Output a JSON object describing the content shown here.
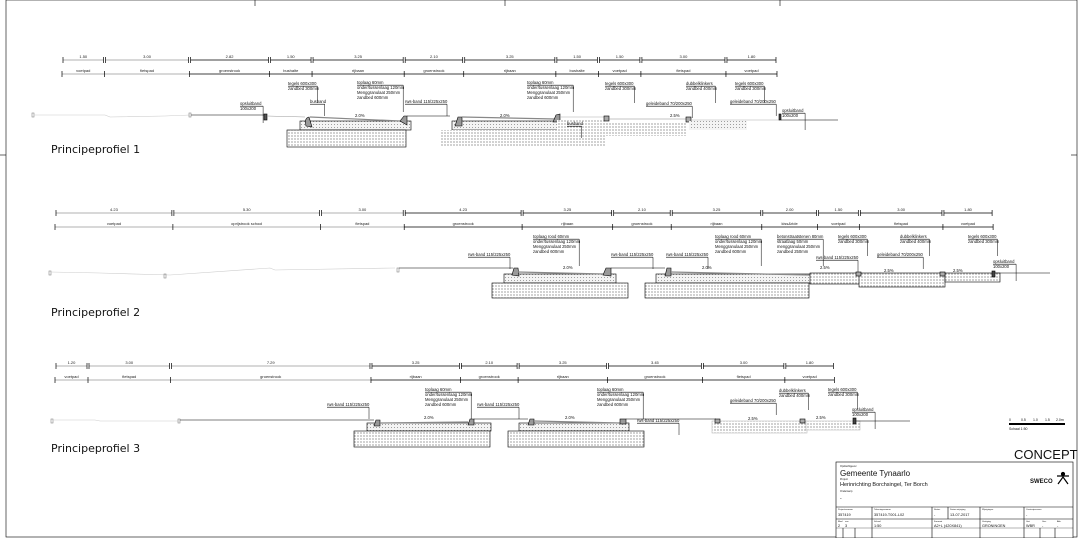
{
  "profiles": [
    {
      "title": "Principeprofiel 1",
      "dims": [
        "1.50",
        "3.00",
        "2.82",
        "1.50",
        "3.25",
        "2.10",
        "3.25",
        "1.50",
        "1.50",
        "3.00",
        "1.80"
      ],
      "labels": [
        "voetpad",
        "fietspad",
        "groenstrook",
        "bushalte",
        "rijbaan",
        "groenstrook",
        "rijbaan",
        "bushalte",
        "voetpad",
        "fietspad",
        "voetpad"
      ],
      "annotations": [
        [
          "tegels 600x300",
          "zandbed 300mm"
        ],
        [
          "opsluitband",
          "100x200"
        ],
        [
          "busband"
        ],
        [
          "toplaag 60mm",
          "onder/tussenlaag 120mm",
          "Menggranulaat 250mm",
          "zandbed 600mm"
        ],
        [
          "rws-band 115/225x250"
        ],
        [
          "2.0%"
        ],
        [
          "toplaag 60mm",
          "onder/tussenlaag 120mm",
          "Menggranulaat 250mm",
          "zandbed 600mm"
        ],
        [
          "2.0%"
        ],
        [
          "busband"
        ],
        [
          "tegels 600x300",
          "zandbed 300mm"
        ],
        [
          "geleideband 70/200x250"
        ],
        [
          "dubbelklinkers",
          "zandbed 400mm"
        ],
        [
          "2.5%"
        ],
        [
          "tegels 600x300",
          "zandbed 300mm"
        ],
        [
          "geleideband 70/200x250"
        ],
        [
          "opsluitband",
          "100x200"
        ]
      ]
    },
    {
      "title": "Principeprofiel 2",
      "dims": [
        "4.23",
        "5.30",
        "3.00",
        "4.23",
        "3.25",
        "2.10",
        "3.25",
        "2.00",
        "1.50",
        "3.00",
        "1.80"
      ],
      "labels": [
        "voetpad",
        "oprijstrook school",
        "fietspad",
        "groenstrook",
        "rijbaan",
        "groenstrook",
        "rijbaan",
        "kiss&ride",
        "voetpad",
        "fietspad",
        "voetpad"
      ],
      "annotations": [
        [
          "rws-band 115/225x250"
        ],
        [
          "toplaag rood 60mm",
          "onder/tussenlaag 120mm",
          "Menggranulaat 250mm",
          "zandbed 600mm"
        ],
        [
          "2.0%"
        ],
        [
          "rws-band 115/225x250"
        ],
        [
          "rws-band 115/225x250"
        ],
        [
          "toplaag rood 60mm",
          "onder/tussenlaag 120mm",
          "Menggranulaat 250mm",
          "zandbed 600mm"
        ],
        [
          "2.0%"
        ],
        [
          "betonstraatstenen 80mm",
          "straatlaag 50mm",
          "menggranulaat 250mm",
          "zandbed 250mm"
        ],
        [
          "rws-band 115/225x250"
        ],
        [
          "2.5%"
        ],
        [
          "tegels 600x300",
          "zandbed 300mm"
        ],
        [
          "dubbelklinkers",
          "zandbed 400mm"
        ],
        [
          "geleideband 70/200x250"
        ],
        [
          "2.5%"
        ],
        [
          "tegels 600x300",
          "zandbed 300mm"
        ],
        [
          "2.5%"
        ],
        [
          "opsluitband",
          "100x200"
        ]
      ]
    },
    {
      "title": "Principeprofiel 3",
      "dims": [
        "1.20",
        "3.00",
        "7.29",
        "3.25",
        "2.10",
        "3.25",
        "3.45",
        "3.00",
        "1.80"
      ],
      "labels": [
        "voetpad",
        "fietspad",
        "groenstrook",
        "rijbaan",
        "groenstrook",
        "rijbaan",
        "groenstrook",
        "fietspad",
        "voetpad"
      ],
      "annotations": [
        [
          "rws-band 115/225x250"
        ],
        [
          "toplaag 60mm",
          "onder/tussenlaag 120mm",
          "Menggranulaat 250mm",
          "zandbed 600mm"
        ],
        [
          "2.0%"
        ],
        [
          "rws-band 115/225x250"
        ],
        [
          "2.0%"
        ],
        [
          "toplaag 60mm",
          "onder/tussenlaag 120mm",
          "Menggranulaat 250mm",
          "zandbed 600mm"
        ],
        [
          "rws-band 115/225x250"
        ],
        [
          "geleideband 70/200x250"
        ],
        [
          "dubbelklinkers",
          "zandbed 400mm"
        ],
        [
          "2.5%"
        ],
        [
          "tegels 600x300",
          "zandbed 300mm"
        ],
        [
          "2.5%"
        ],
        [
          "opsluitband",
          "100x200"
        ]
      ]
    }
  ],
  "scale_bar": {
    "ticks": [
      "0",
      "0.5",
      "1.0",
      "1.5",
      "2.0m"
    ],
    "label": "Schaal 1:50"
  },
  "stamp": "CONCEPT",
  "title_block": {
    "client_label": "Opdrachtgever",
    "client": "Gemeente Tynaarlo",
    "project_label": "Project",
    "project": "Herinrichting Borchsingel, Ter Borch",
    "subject_label": "Onderwerp",
    "subject": "-",
    "logo": "SWECO",
    "row1": [
      {
        "label": "Projectnummer",
        "value": "357419"
      },
      {
        "label": "Tekeningnummer",
        "value": "357419-T001-L02"
      },
      {
        "label": "Status",
        "value": "-"
      },
      {
        "label": "Datum wijziging",
        "value": "13-07-2017"
      },
      {
        "label": "Wijzigingen",
        "value": ""
      },
      {
        "label": "Contactpersoon",
        "value": "-"
      }
    ],
    "row2": [
      {
        "label": "Blad",
        "value": "2"
      },
      {
        "label": "van",
        "value": "3"
      },
      {
        "label": "Schaal",
        "value": "1:50"
      },
      {
        "label": "Formaat",
        "value": "A2+L (420X841)"
      },
      {
        "label": "Vestiging",
        "value": "GRONINGEN"
      },
      {
        "label": "Get.",
        "value": "WBR"
      },
      {
        "label": "Gec.",
        "value": "-"
      },
      {
        "label": "Akk.",
        "value": "-"
      }
    ]
  }
}
